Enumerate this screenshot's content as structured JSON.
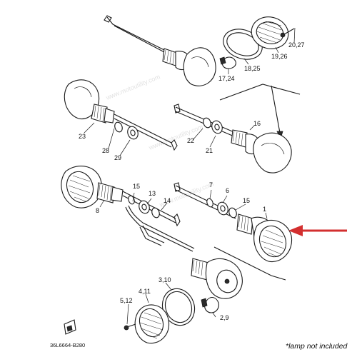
{
  "labels": {
    "p20_27": "20,27",
    "p19_26": "19,26",
    "p18_25": "18,25",
    "p17_24": "17,24",
    "p16": "16",
    "p22": "22",
    "p21": "21",
    "p23": "23",
    "p28": "28",
    "p29": "29",
    "p7": "7",
    "p6": "6",
    "p15a": "15",
    "p13": "13",
    "p14": "14",
    "p15b": "15",
    "p1": "1",
    "p8": "8",
    "p3_10": "3,10",
    "p4_11": "4,11",
    "p5_12": "5,12",
    "p2_9": "2,9"
  },
  "drawing_number": "36L6664-B280",
  "note": "*lamp not included",
  "watermark": "www.motoutility.com",
  "colors": {
    "arrow": "#d32f2f",
    "ink": "#1a1a1a"
  }
}
